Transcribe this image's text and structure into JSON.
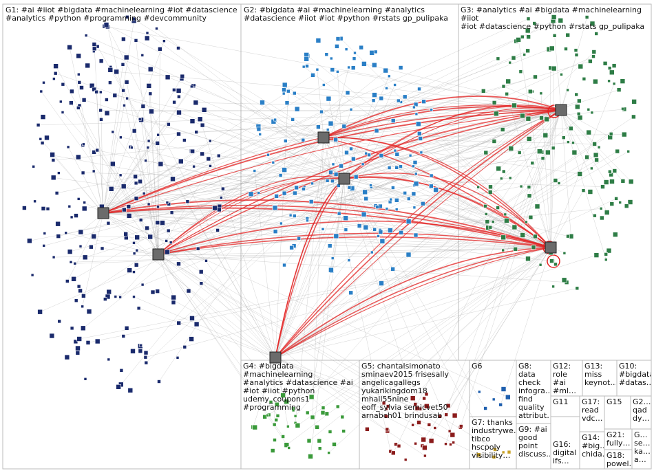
{
  "groups": [
    {
      "id": "G1",
      "label": "G1: #ai #iiot #bigdata #machinelearning #iot #datascience\n#analytics #python #programming #devcommunity",
      "color": "#1a2a6c"
    },
    {
      "id": "G2",
      "label": "G2: #bigdata #ai #machinelearning #analytics\n#datascience #iiot #iot #python #rstats gp_pulipaka",
      "color": "#2a7fc6"
    },
    {
      "id": "G3",
      "label": "G3: #analytics #ai #bigdata #machinelearning #iiot\n#iot #datascience #python #rstats gp_pulipaka",
      "color": "#2e7d46"
    },
    {
      "id": "G4",
      "label": "G4: #bigdata #machinelearning\n#analytics #datascience #ai\n#iot #iiot #python\nudemy_coupons1\n#programming",
      "color": "#3a9a3a"
    },
    {
      "id": "G5",
      "label": "G5: chantalsimonato\nsminaev2015 frisesally\nangelicagallegs\nyukarikingdom18 mhall55nine\neoff_sylvia semicvet50\narnabch01 brindusab",
      "color": "#8b1c1c"
    },
    {
      "id": "G6",
      "label": "G6",
      "color": "#1f5fae"
    },
    {
      "id": "G7",
      "label": "G7: thanks\nindustrywe…\ntibco\nhscpoly\nvisibility…",
      "color": "#c9a227"
    },
    {
      "id": "G8",
      "label": "G8: data\ncheck\ninfogra…\nfind\nquality\nattribut…",
      "color": "#5d6d7e"
    },
    {
      "id": "G9",
      "label": "G9: #ai\ngood\npoint\ndiscuss…",
      "color": "#7d3c98"
    },
    {
      "id": "G10",
      "label": "G10:\n#bigdata\n#datas…",
      "color": "#555555"
    },
    {
      "id": "G11",
      "label": "G11",
      "color": "#1e8449"
    },
    {
      "id": "G12",
      "label": "G12:\nrole #ai\n#ml…",
      "color": "#555555"
    },
    {
      "id": "G13",
      "label": "G13:\nmiss\nkeynot…",
      "color": "#555555"
    },
    {
      "id": "G14",
      "label": "G14:\n#big…\nchida…",
      "color": "#555555"
    },
    {
      "id": "G15",
      "label": "G15",
      "color": "#555555"
    },
    {
      "id": "G16",
      "label": "G16:\ndigital\nifs…",
      "color": "#555555"
    },
    {
      "id": "G17",
      "label": "G17:\nread\nvdc…",
      "color": "#555555"
    },
    {
      "id": "G18",
      "label": "G18:\npowel…",
      "color": "#555555"
    },
    {
      "id": "G2x",
      "label": "G2…\nqad\ndy…",
      "color": "#555555"
    },
    {
      "id": "G21",
      "label": "G21:\nfully…",
      "color": "#555555"
    },
    {
      "id": "G2y",
      "label": "G…\nse…\nka…\na…",
      "color": "#555555"
    }
  ],
  "colors": {
    "edge": "#9a9a9a",
    "strong_edge": "#e32222",
    "box_border": "#bbbbbb"
  }
}
